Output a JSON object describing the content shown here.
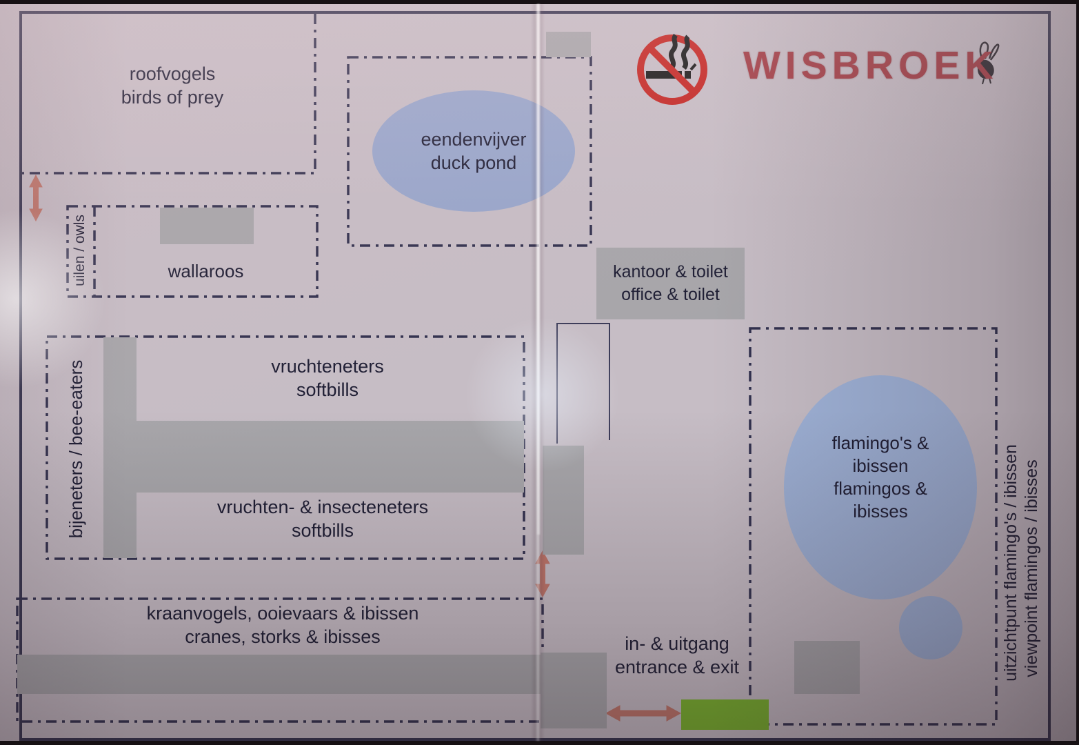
{
  "brand": {
    "name": "WISBROEK"
  },
  "icons": {
    "no_smoking": "no-smoking-icon",
    "bird_logo": "bird-logo-icon",
    "arrows": "red-double-arrow"
  },
  "areas": {
    "birds_of_prey": {
      "nl": "roofvogels",
      "en": "birds of prey"
    },
    "owls": {
      "label": "uilen / owls"
    },
    "wallaroos": {
      "label": "wallaroos"
    },
    "duck_pond": {
      "nl": "eendenvijver",
      "en": "duck pond"
    },
    "office_toilet": {
      "nl": "kantoor & toilet",
      "en": "office & toilet"
    },
    "bee_eaters": {
      "label": "bijeneters / bee-eaters"
    },
    "softbills_upper": {
      "nl": "vruchteneters",
      "en": "softbills"
    },
    "softbills_lower": {
      "nl": "vruchten- & insecteneters",
      "en": "softbills"
    },
    "flamingos": {
      "nl1": "flamingo's &",
      "nl2": "ibissen",
      "en1": "flamingos &",
      "en2": "ibisses"
    },
    "viewpoint": {
      "nl": "uitzichtpunt flamingo's / ibissen",
      "en": "viewpoint flamingos / ibisses"
    },
    "cranes_storks": {
      "nl": "kraanvogels, ooievaars & ibissen",
      "en": "cranes, storks & ibisses"
    },
    "entrance": {
      "nl": "in- & uitgang",
      "en": "entrance & exit"
    }
  },
  "colors": {
    "pond_blue": "#97a6cb",
    "flamingo_blue": "#9fb3d8",
    "path_gray": "#a7a6aa",
    "entrance_green": "#79b42c",
    "arrow_red": "#bf7569",
    "logo_red": "#a13a42",
    "nosmoking_red": "#c32521",
    "line_dark": "#31314e"
  }
}
